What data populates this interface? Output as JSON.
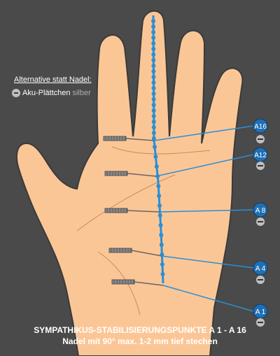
{
  "legend": {
    "title": "Alternative statt Nadel:",
    "item_label": "Aku-Plättchen",
    "item_color_word": "silber"
  },
  "points": [
    {
      "label": "A16"
    },
    {
      "label": "A12"
    },
    {
      "label": "A 8"
    },
    {
      "label": "A 4"
    },
    {
      "label": "A 1"
    }
  ],
  "caption": {
    "line1": "SYMPATHIKUS-STABILISIERUNGSPUNKTE A 1 - A 16",
    "line2": "Nadel mit 90° max. 1-2 mm tief stechen"
  },
  "colors": {
    "background": "#4a4a4a",
    "skin": "#fbc696",
    "meridian": "#2a8fd4",
    "marker_fill": "#1f6fb5",
    "alt_button": "#bfbfbf"
  }
}
